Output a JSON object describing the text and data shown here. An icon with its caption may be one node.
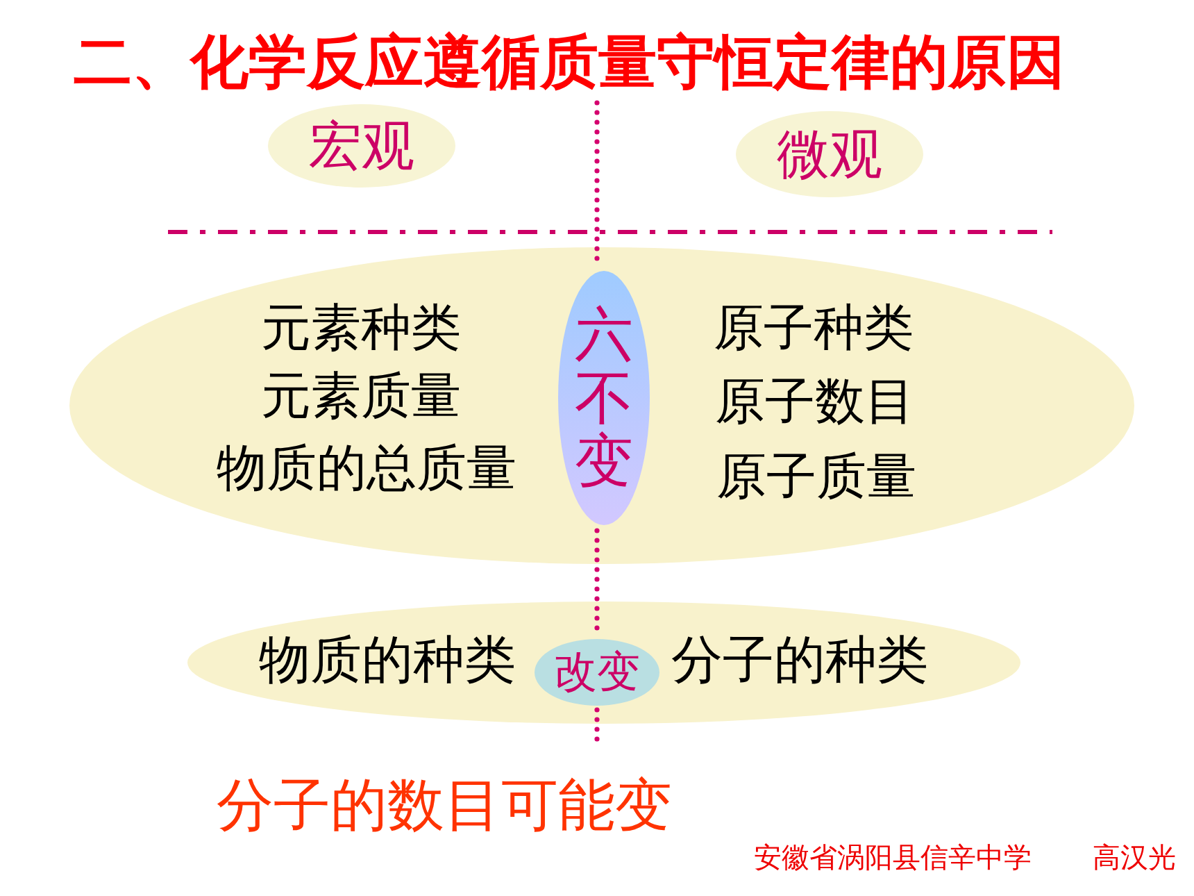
{
  "diagram": {
    "title": "二、化学反应遵循质量守恒定律的原因",
    "nodes": [
      {
        "text": [
          "宏观"
        ]
      },
      {
        "text": [
          "微观"
        ]
      },
      {
        "text": [
          "元素种类",
          "元素质量",
          "物质的总质量",
          "原子种类",
          "原子数目",
          "原子质量"
        ]
      },
      {
        "text": [
          "六不变"
        ],
        "in": 2
      },
      {
        "text": [
          "物质的种类",
          "分子的种类"
        ]
      },
      {
        "text": [
          "改变"
        ],
        "in": 4
      }
    ],
    "labels": [
      "分子的数目可能变",
      "安徽省涡阳县信辛中学",
      "高汉光"
    ]
  }
}
